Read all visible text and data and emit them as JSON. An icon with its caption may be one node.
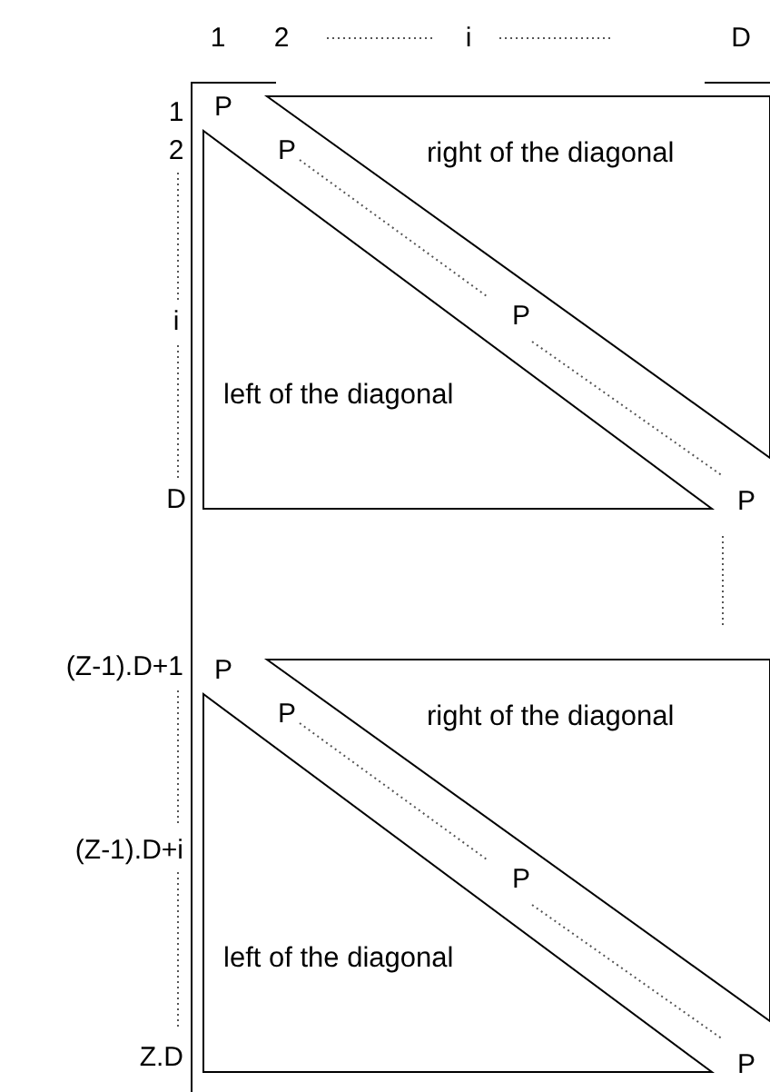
{
  "diagram": {
    "nodes": [
      {
        "text": [
          "right of the diagonal"
        ]
      },
      {
        "text": [
          "left of the diagonal"
        ]
      },
      {
        "text": [
          "right of the diagonal"
        ]
      },
      {
        "text": [
          "left of the diagonal"
        ]
      }
    ],
    "labels": [
      "1",
      "2",
      "i",
      "D",
      "1",
      "P",
      "2",
      "P",
      "i",
      "P",
      "D",
      "P",
      "(Z-1).D+1",
      "P",
      "P",
      "(Z-1).D+i",
      "P",
      "Z.D",
      "P"
    ]
  }
}
